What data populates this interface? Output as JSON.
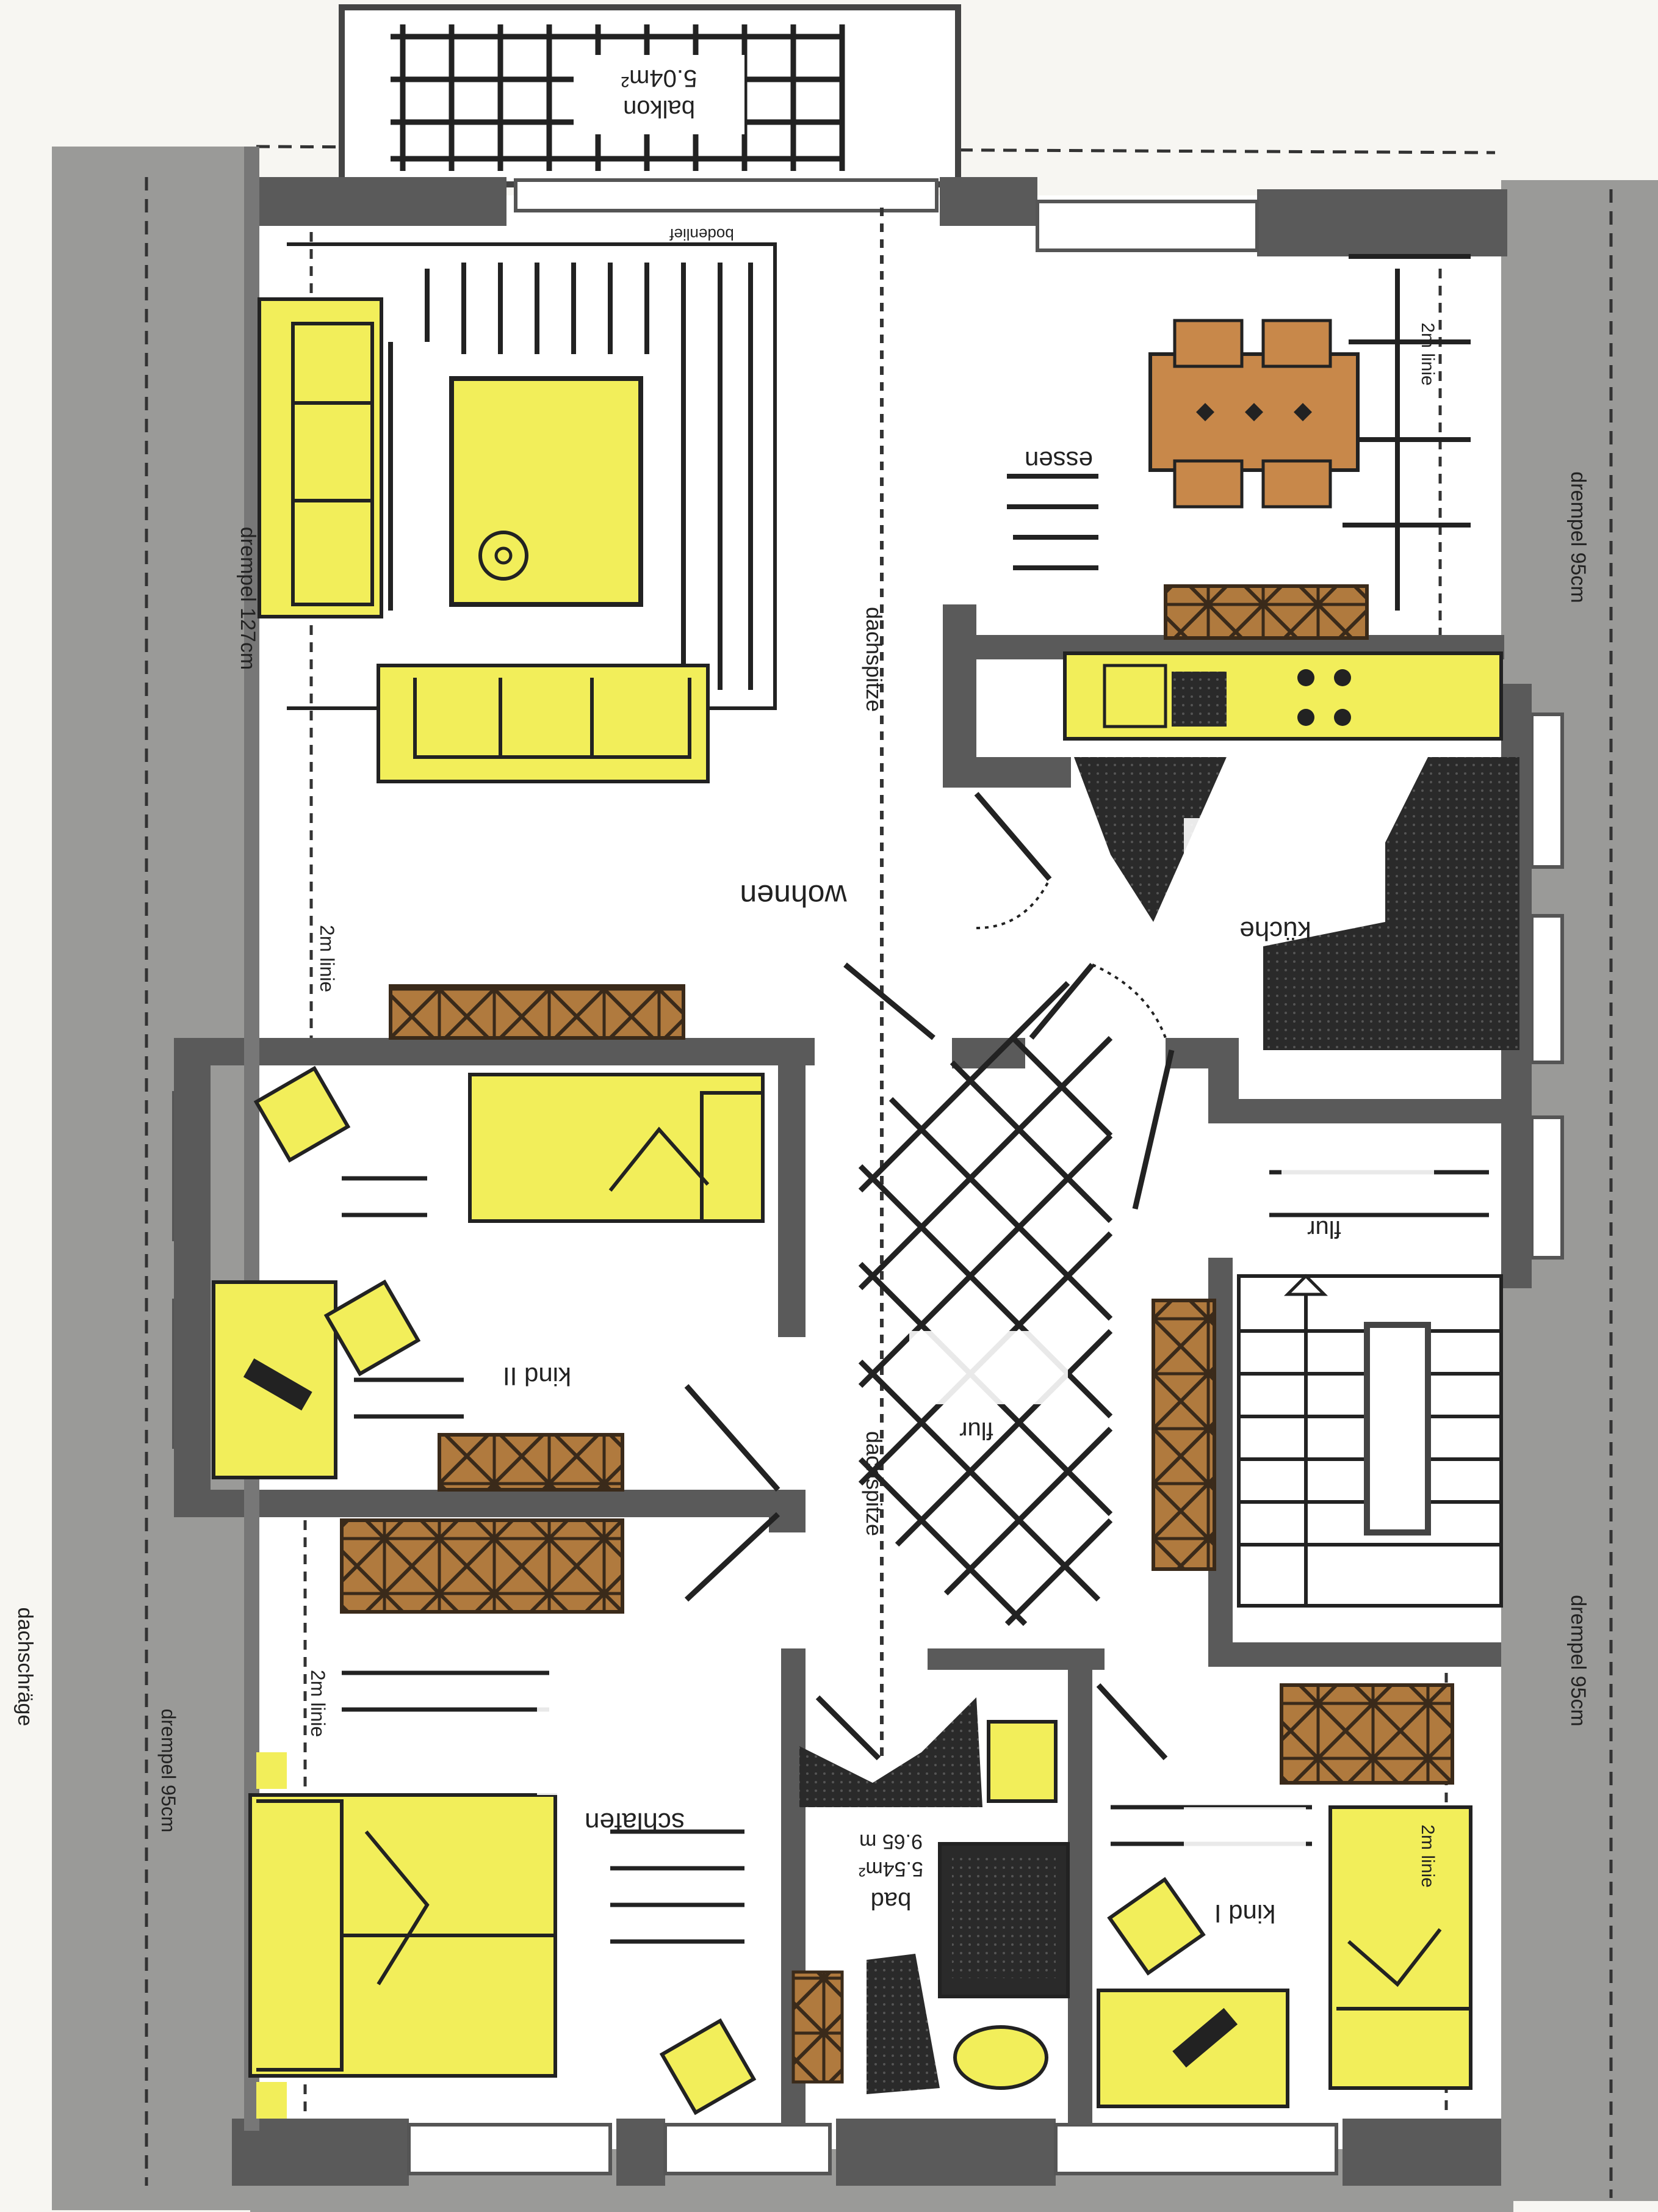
{
  "rooms": {
    "balkon": {
      "name": "balkon",
      "area": "5.04m²"
    },
    "wohnen": {
      "name": "wohnen"
    },
    "essen": {
      "name": "essen"
    },
    "kueche": {
      "name": "küche"
    },
    "flur_upper": {
      "name": "flur"
    },
    "flur_main": {
      "name": "flur"
    },
    "kind2": {
      "name": "kind II"
    },
    "schlafen": {
      "name": "schlafen"
    },
    "bad": {
      "name": "bad",
      "area1": "5.54m²",
      "area2": "9.65 m"
    },
    "kind1": {
      "name": "kind I"
    }
  },
  "labels": {
    "bodenlief": "bodenlief",
    "dachspitze_top": "dachspitze",
    "dachspitze_mid": "dachspitze",
    "drempel_left_top": "drempel 127cm",
    "drempel_left_bottom": "drempel 95cm",
    "drempel_right_top": "drempel 95cm",
    "drempel_right_bottom": "drempel 95cm",
    "linie_essen": "2m linie",
    "linie_wohnen": "2m linie",
    "linie_schlafen": "2m linie",
    "linie_kind1": "2m linie",
    "dachschraege": "dachschräge"
  },
  "colors": {
    "wall": "#5a5a5a",
    "roof_zone": "#9a9a98",
    "furniture_yellow": "#f2ee5a",
    "cabinet_brown": "#b07a3e",
    "paper": "#f7f6f2",
    "floor": "#ffffff",
    "dark_area": "#2a2a2a",
    "table_brown": "#c8884a"
  }
}
